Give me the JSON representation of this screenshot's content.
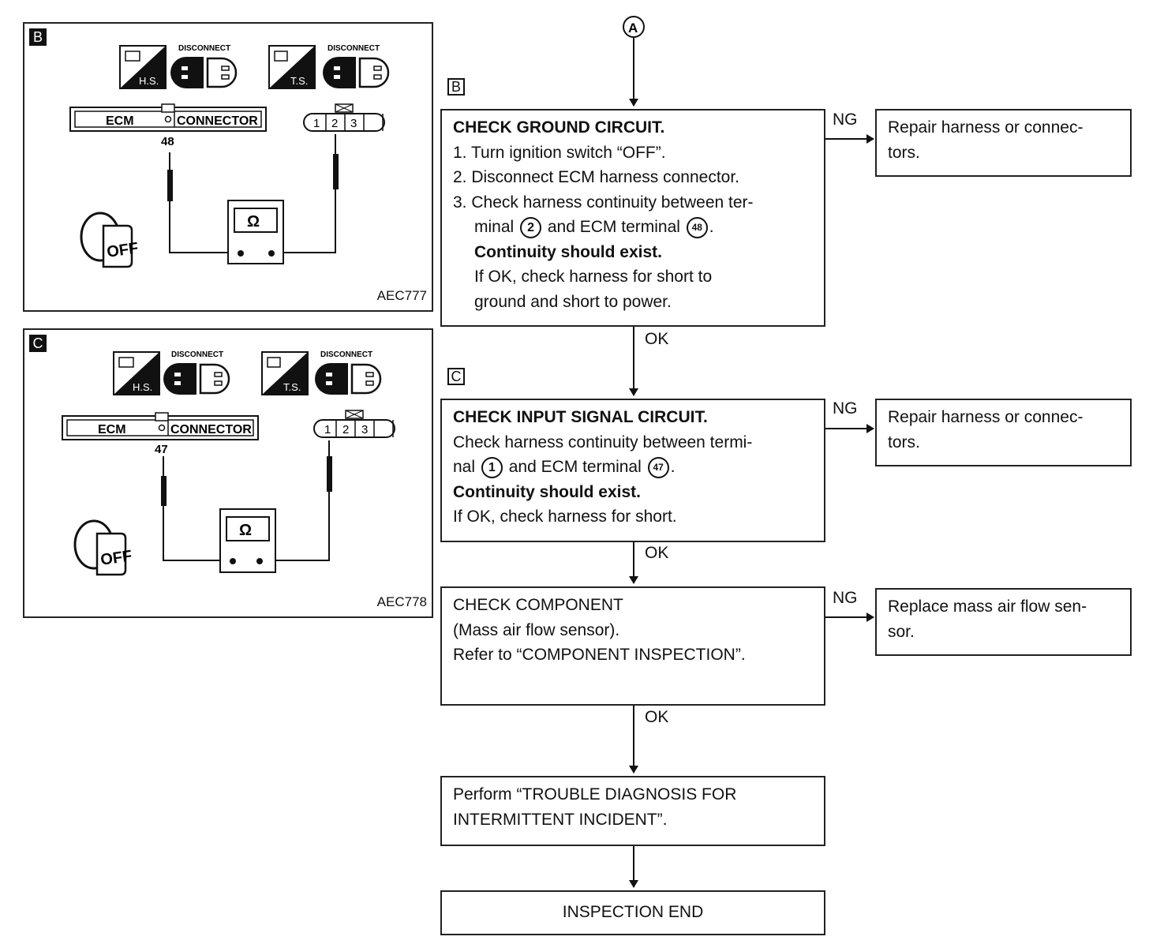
{
  "start_marker": "A",
  "panels": [
    {
      "tag": "B",
      "hs": "H.S.",
      "ts": "T.S.",
      "disconnect": "DISCONNECT",
      "ecm": "ECM",
      "connector": "CONNECTOR",
      "terminal_num": "48",
      "pins": [
        "1",
        "2",
        "3"
      ],
      "ohm": "Ω",
      "off": "OFF",
      "code": "AEC777"
    },
    {
      "tag": "C",
      "hs": "H.S.",
      "ts": "T.S.",
      "disconnect": "DISCONNECT",
      "ecm": "ECM",
      "connector": "CONNECTOR",
      "terminal_num": "47",
      "pins": [
        "1",
        "2",
        "3"
      ],
      "ohm": "Ω",
      "off": "OFF",
      "code": "AEC778"
    }
  ],
  "flow": {
    "step_tags": [
      "B",
      "C"
    ],
    "ground": {
      "title": "CHECK GROUND CIRCUIT.",
      "l1": "1. Turn ignition switch “OFF”.",
      "l2": "2. Disconnect ECM harness connector.",
      "l3": "3. Check harness continuity between ter-",
      "l4a": "minal",
      "l4c1": "2",
      "l4b": "and ECM terminal",
      "l4c2": "48",
      "l4d": ".",
      "l5": "Continuity should exist.",
      "l6": "If OK, check harness for short to",
      "l7": "ground and short to power."
    },
    "input": {
      "title": "CHECK INPUT SIGNAL CIRCUIT.",
      "l1": "Check harness continuity between termi-",
      "l2a": "nal",
      "l2c1": "1",
      "l2b": "and ECM terminal",
      "l2c2": "47",
      "l2d": ".",
      "l3": "Continuity should exist.",
      "l4": "If OK, check harness for short."
    },
    "component": {
      "l1": "CHECK COMPONENT",
      "l2": "(Mass air flow sensor).",
      "l3": "Refer to “COMPONENT INSPECTION”."
    },
    "perform": {
      "l1": "Perform “TROUBLE DIAGNOSIS FOR",
      "l2": "INTERMITTENT INCIDENT”."
    },
    "end": "INSPECTION END",
    "ng_label": "NG",
    "ok_label": "OK",
    "ng1": {
      "l1": "Repair harness or connec-",
      "l2": "tors."
    },
    "ng2": {
      "l1": "Repair harness or connec-",
      "l2": "tors."
    },
    "ng3": {
      "l1": "Replace mass air flow sen-",
      "l2": "sor."
    }
  }
}
